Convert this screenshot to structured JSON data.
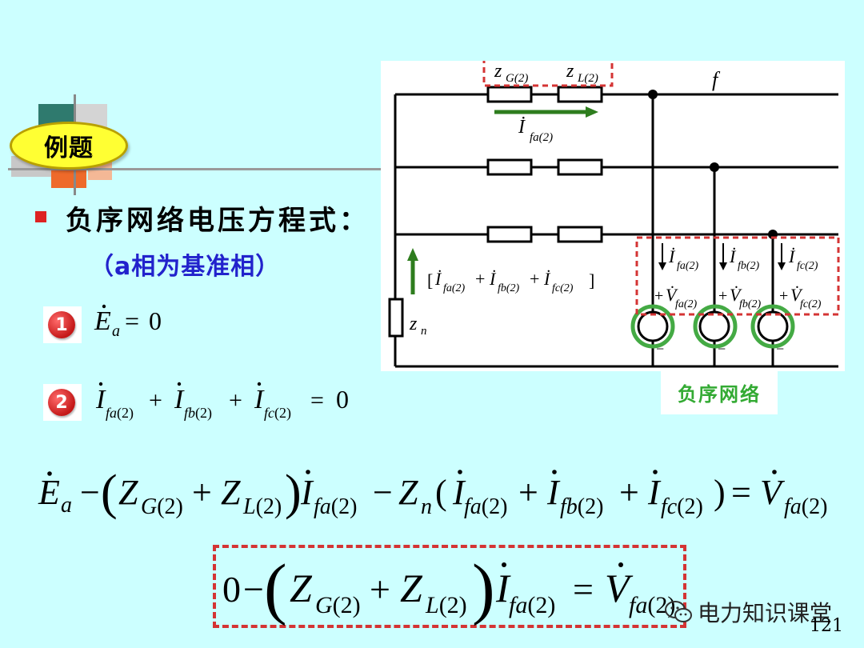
{
  "badge": {
    "label": "例题"
  },
  "heading": {
    "text": "负序网络电压方程式：",
    "sub": "（a相为基准相）"
  },
  "bullets": [
    {
      "num": "1"
    },
    {
      "num": "2"
    }
  ],
  "circuit": {
    "labels": {
      "zG": "z",
      "zGsub": "G(2)",
      "zL": "z",
      "zLsub": "L(2)",
      "f": "f",
      "Ifa_top": "İ",
      "Ifa_top_sub": "fa(2)",
      "zn": "z",
      "zn_sub": "n",
      "sum_open": "[",
      "sum_close": "]",
      "I": "İ",
      "sub_fa": "fa(2)",
      "sub_fb": "fb(2)",
      "sub_fc": "fc(2)",
      "V": "V̇",
      "plus": "+",
      "minus": "−"
    },
    "caption": "负序网络"
  },
  "colors": {
    "background": "#ccffff",
    "accent_red": "#d43434",
    "accent_green": "#2e7d1e",
    "title_blue": "#2222cc"
  },
  "watermark": {
    "text": "电力知识课堂"
  },
  "page_number": "121"
}
